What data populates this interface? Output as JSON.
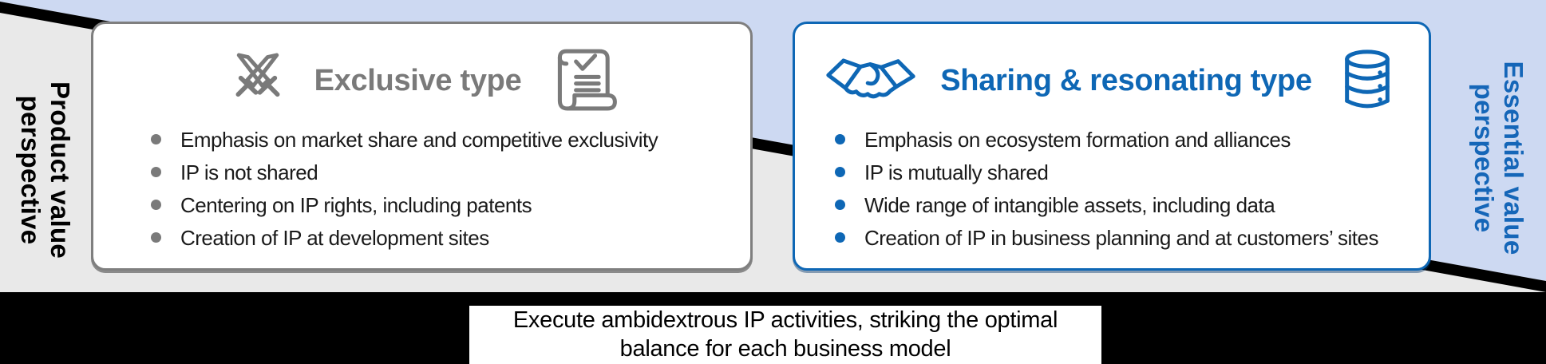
{
  "perspectives": {
    "left": {
      "line1": "Product value",
      "line2": "perspective"
    },
    "right": {
      "line1": "Essential value",
      "line2": "perspective"
    }
  },
  "cards": {
    "exclusive": {
      "title": "Exclusive type",
      "icon_left": "crossed-swords-icon",
      "icon_right": "scroll-checklist-icon",
      "accent_color": "#7A7A7A",
      "bullets": [
        "Emphasis on market share and competitive exclusivity",
        "IP is not shared",
        "Centering on IP rights, including patents",
        "Creation of IP at development sites"
      ]
    },
    "sharing": {
      "title": "Sharing & resonating type",
      "icon_left": "handshake-icon",
      "icon_right": "database-icon",
      "accent_color": "#0E67B5",
      "bullets": [
        "Emphasis on ecosystem formation and alliances",
        "IP is mutually shared",
        "Wide range of intangible assets, including data",
        "Creation of IP in business planning and at customers’ sites"
      ]
    }
  },
  "banner": {
    "line1": "Execute ambidextrous IP activities, striking the optimal",
    "line2": "balance for each business model"
  },
  "colors": {
    "light_blue_bg": "#CDD9F2",
    "light_gray_bg": "#E9E9E9",
    "blue_accent": "#0E67B5",
    "gray_accent": "#7A7A7A",
    "band_black": "#000000"
  }
}
